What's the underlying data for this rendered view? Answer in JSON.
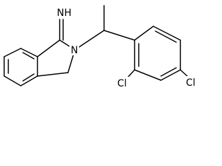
{
  "molecule": {
    "labels": {
      "imine": "NH",
      "ring_n": "N",
      "cl_ortho": "Cl",
      "cl_para": "Cl"
    }
  }
}
